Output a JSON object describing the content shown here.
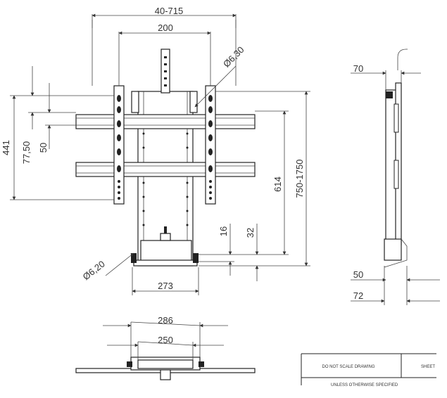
{
  "dimensions": {
    "mount_width_range": "40-715",
    "vesa_200": "200",
    "hole_6_30": "Ø6,30",
    "height_441": "441",
    "offset_77_50": "77,50",
    "offset_50": "50",
    "height_range": "750-1750",
    "height_614": "614",
    "offset_16": "16",
    "offset_32": "32",
    "hole_6_20": "Ø6,20",
    "width_273": "273",
    "side_70": "70",
    "side_50": "50",
    "side_72": "72",
    "bottom_286": "286",
    "bottom_250": "250"
  },
  "title_block": {
    "do_not_scale": "DO NOT SCALE DRAWING",
    "sheet": "SHEET",
    "cut_note": "UNLESS OTHERWISE SPECIFIED"
  }
}
